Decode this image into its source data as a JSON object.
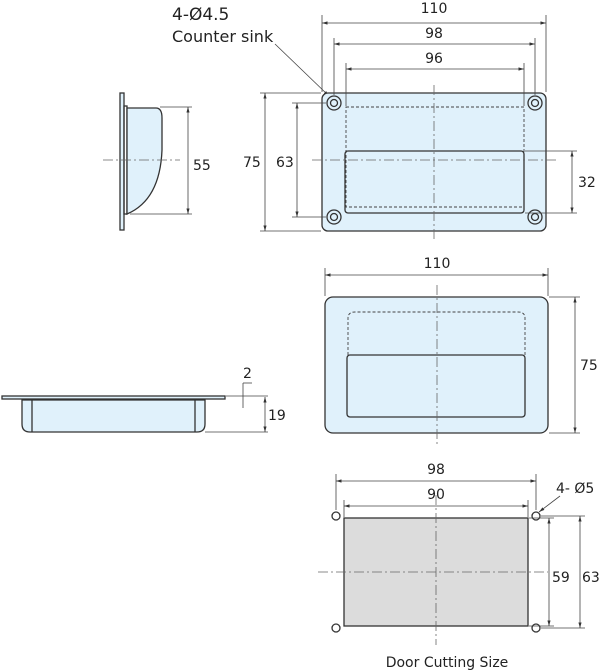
{
  "callout": {
    "holes": "4-Ø4.5",
    "note": "Counter sink"
  },
  "front_view": {
    "width": "110",
    "hole_pitch_x": "98",
    "recess_width": "96",
    "height": "75",
    "hole_pitch_y": "63",
    "grip_height": "32"
  },
  "side_view": {
    "depth_height": "55"
  },
  "rear_view": {
    "width": "110",
    "height": "75"
  },
  "bottom_view": {
    "flange": "2",
    "depth": "19"
  },
  "cutout": {
    "width": "98",
    "inner_width": "90",
    "inner_height": "59",
    "height": "63",
    "holes": "4- Ø5",
    "caption": "Door Cutting Size"
  },
  "colors": {
    "part_fill": "#e0f1fb",
    "cutout_fill": "#dcdcdc"
  }
}
